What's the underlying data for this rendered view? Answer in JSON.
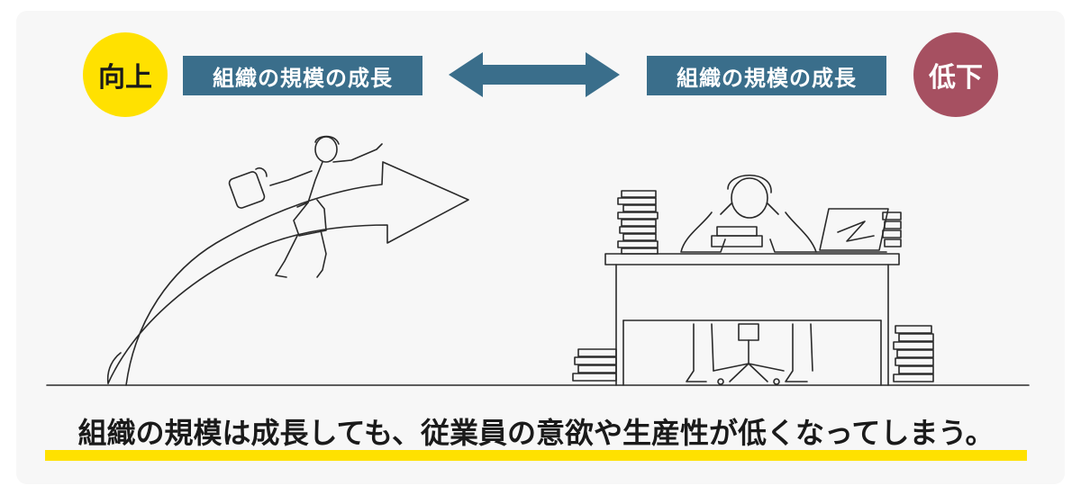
{
  "left_badge": "向上",
  "left_label": "組織の規模の成長",
  "right_badge": "低下",
  "right_label": "組織の規模の成長",
  "caption": "組織の規模は成長しても、従業員の意欲や生産性が低くなってしまう。",
  "colors": {
    "yellow": "#ffe100",
    "maroon": "#a65061",
    "steel_blue": "#3a6e8b"
  }
}
